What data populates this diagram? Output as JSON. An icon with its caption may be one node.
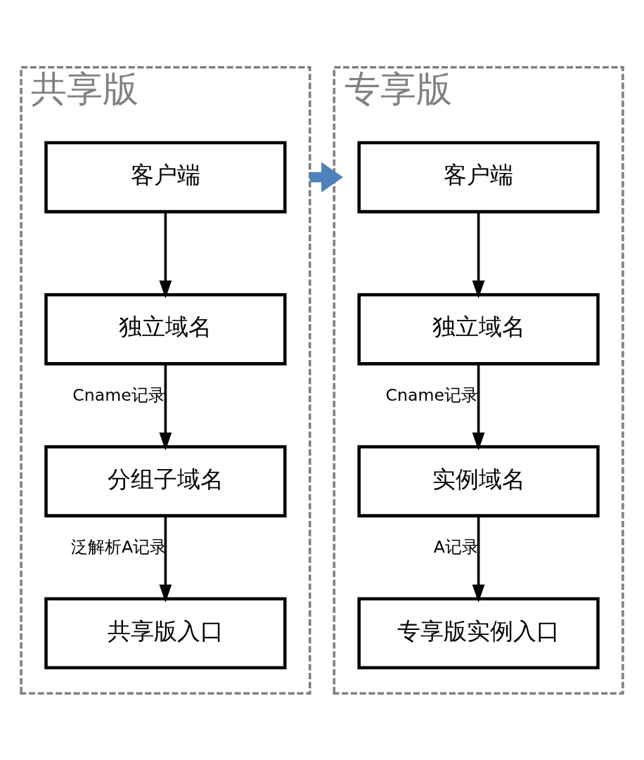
{
  "diagram": {
    "nodes": [
      {
        "text": [
          "共享版"
        ]
      },
      {
        "text": [
          "客户端"
        ],
        "in": 0
      },
      {
        "text": [
          "独立域名"
        ],
        "in": 0
      },
      {
        "text": [
          "分组子域名"
        ],
        "in": 0
      },
      {
        "text": [
          "共享版入口"
        ],
        "in": 0
      },
      {
        "text": [
          "专享版"
        ]
      },
      {
        "text": [
          "客户端"
        ],
        "in": 5
      },
      {
        "text": [
          "独立域名"
        ],
        "in": 5
      },
      {
        "text": [
          "实例域名"
        ],
        "in": 5
      },
      {
        "text": [
          "专享版实例入口"
        ],
        "in": 5
      }
    ],
    "edges": [
      {
        "from": 1,
        "to": 2,
        "arrow": "to"
      },
      {
        "from": 2,
        "to": 3,
        "arrow": "to",
        "label": "Cname记录"
      },
      {
        "from": 3,
        "to": 4,
        "arrow": "to",
        "label": "泛解析A记录"
      },
      {
        "from": 6,
        "to": 7,
        "arrow": "to"
      },
      {
        "from": 7,
        "to": 8,
        "arrow": "to",
        "label": "Cname记录"
      },
      {
        "from": 8,
        "to": 9,
        "arrow": "to",
        "label": "A记录"
      },
      {
        "from": 0,
        "to": 5,
        "arrow": "to",
        "style": "thick",
        "color": "#4f81bd"
      }
    ]
  }
}
